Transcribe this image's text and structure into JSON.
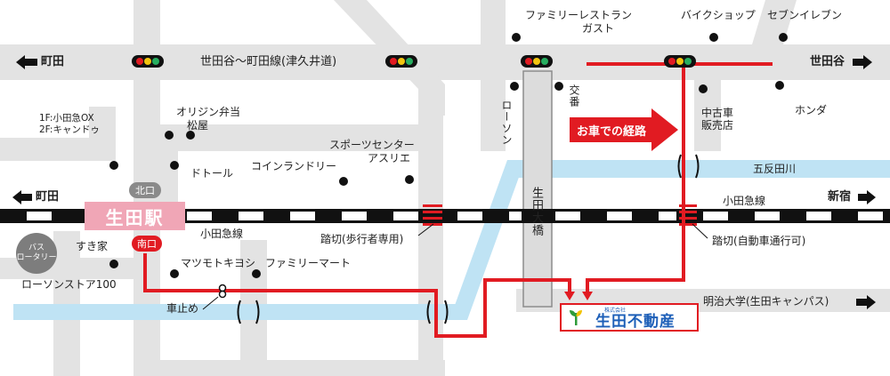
{
  "directions": {
    "top_left": "町田",
    "top_right": "世田谷",
    "mid_left": "町田",
    "mid_right": "新宿"
  },
  "roads": {
    "main": "世田谷〜町田線(津久井道)",
    "bridge": "生田大橋",
    "university": "明治大学(生田キャンパス)"
  },
  "rivers": {
    "gotanda": "五反田川"
  },
  "railway": {
    "name_left": "小田急線",
    "name_right": "小田急線"
  },
  "station": {
    "name": "生田駅",
    "north_exit": "北口",
    "south_exit": "南口",
    "bus_rotary": "バス\nロータリー"
  },
  "crossings": {
    "pedestrian": "踏切(歩行者専用)",
    "vehicle": "踏切(自動車通行可)"
  },
  "landmarks": {
    "family_restaurant": "ファミリーレストラン",
    "gusto": "ガスト",
    "bike_shop": "バイクショップ",
    "seven_eleven": "セブンイレブン",
    "honda": "ホンダ",
    "used_car": "中古車",
    "used_car_2": "販売店",
    "koban": "交番",
    "lawson": "ローソン",
    "origin": "オリジン弁当",
    "matsuya": "松屋",
    "odakyu_ox": "1F:小田急OX",
    "can_do": "2F:キャンドゥ",
    "doutor": "ドトール",
    "sports_center": "スポーツセンター",
    "asurie": "アスリエ",
    "coin_laundry": "コインランドリー",
    "sukiya": "すき家",
    "lawson_store100": "ローソンストア100",
    "matsumoto": "マツモトキヨシ",
    "family_mart": "ファミリーマート",
    "bollard": "車止め"
  },
  "route": {
    "label": "お車での経路",
    "color": "#e11b22"
  },
  "company": {
    "corp_type": "株式会社",
    "name": "生田不動産",
    "color": "#1d5fb8"
  },
  "colors": {
    "road": "#e3e3e3",
    "river": "#bfe3f4",
    "rail_dark": "#111111",
    "station": "#f0a6b6"
  }
}
